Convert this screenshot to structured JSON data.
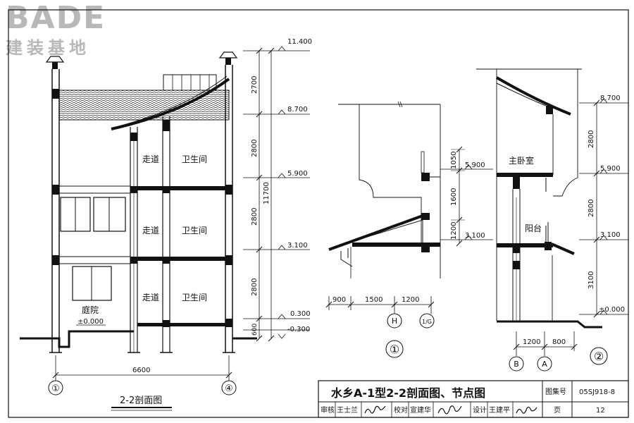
{
  "logo": {
    "en": "BADE",
    "cn": "建装基地"
  },
  "section_main": {
    "title": "2-2剖面图",
    "rooms": [
      "走道",
      "卫生间",
      "走道",
      "卫生间",
      "走道",
      "卫生间"
    ],
    "courtyard": "庭院",
    "courtyard_level": "±0.000",
    "elevations": [
      "11.400",
      "8.700",
      "5.900",
      "3.100",
      "0.300",
      "-0.300"
    ],
    "vertical_dims": [
      "2700",
      "2800",
      "2800",
      "2800",
      "600"
    ],
    "total_height": "11700",
    "width_dim": "6600",
    "axes": [
      "①",
      "④"
    ]
  },
  "detail1": {
    "label": "①",
    "elevations": [
      "5.900",
      "3.100"
    ],
    "vertical_dims": [
      "1050",
      "1600",
      "1200"
    ],
    "horizontal_dims": [
      "900",
      "1500",
      "1200"
    ],
    "axes": [
      "H",
      "1/G"
    ]
  },
  "detail2": {
    "label": "②",
    "rooms": [
      "主卧室",
      "阳台"
    ],
    "elevations": [
      "8.700",
      "5.900",
      "3.100",
      "±0.000"
    ],
    "vertical_dims": [
      "2800",
      "2800",
      "3100"
    ],
    "horizontal_dims": [
      "1200",
      "800"
    ],
    "axes": [
      "B",
      "A"
    ]
  },
  "title_block": {
    "title": "水乡A-1型2-2剖面图、节点图",
    "atlas_label": "图集号",
    "atlas_no": "05SJ918-8",
    "review_label": "审核",
    "reviewer": "王士兰",
    "check_label": "校对",
    "checker": "宣建华",
    "design_label": "设计",
    "designer": "王建平",
    "page_label": "页",
    "page_no": "12"
  }
}
